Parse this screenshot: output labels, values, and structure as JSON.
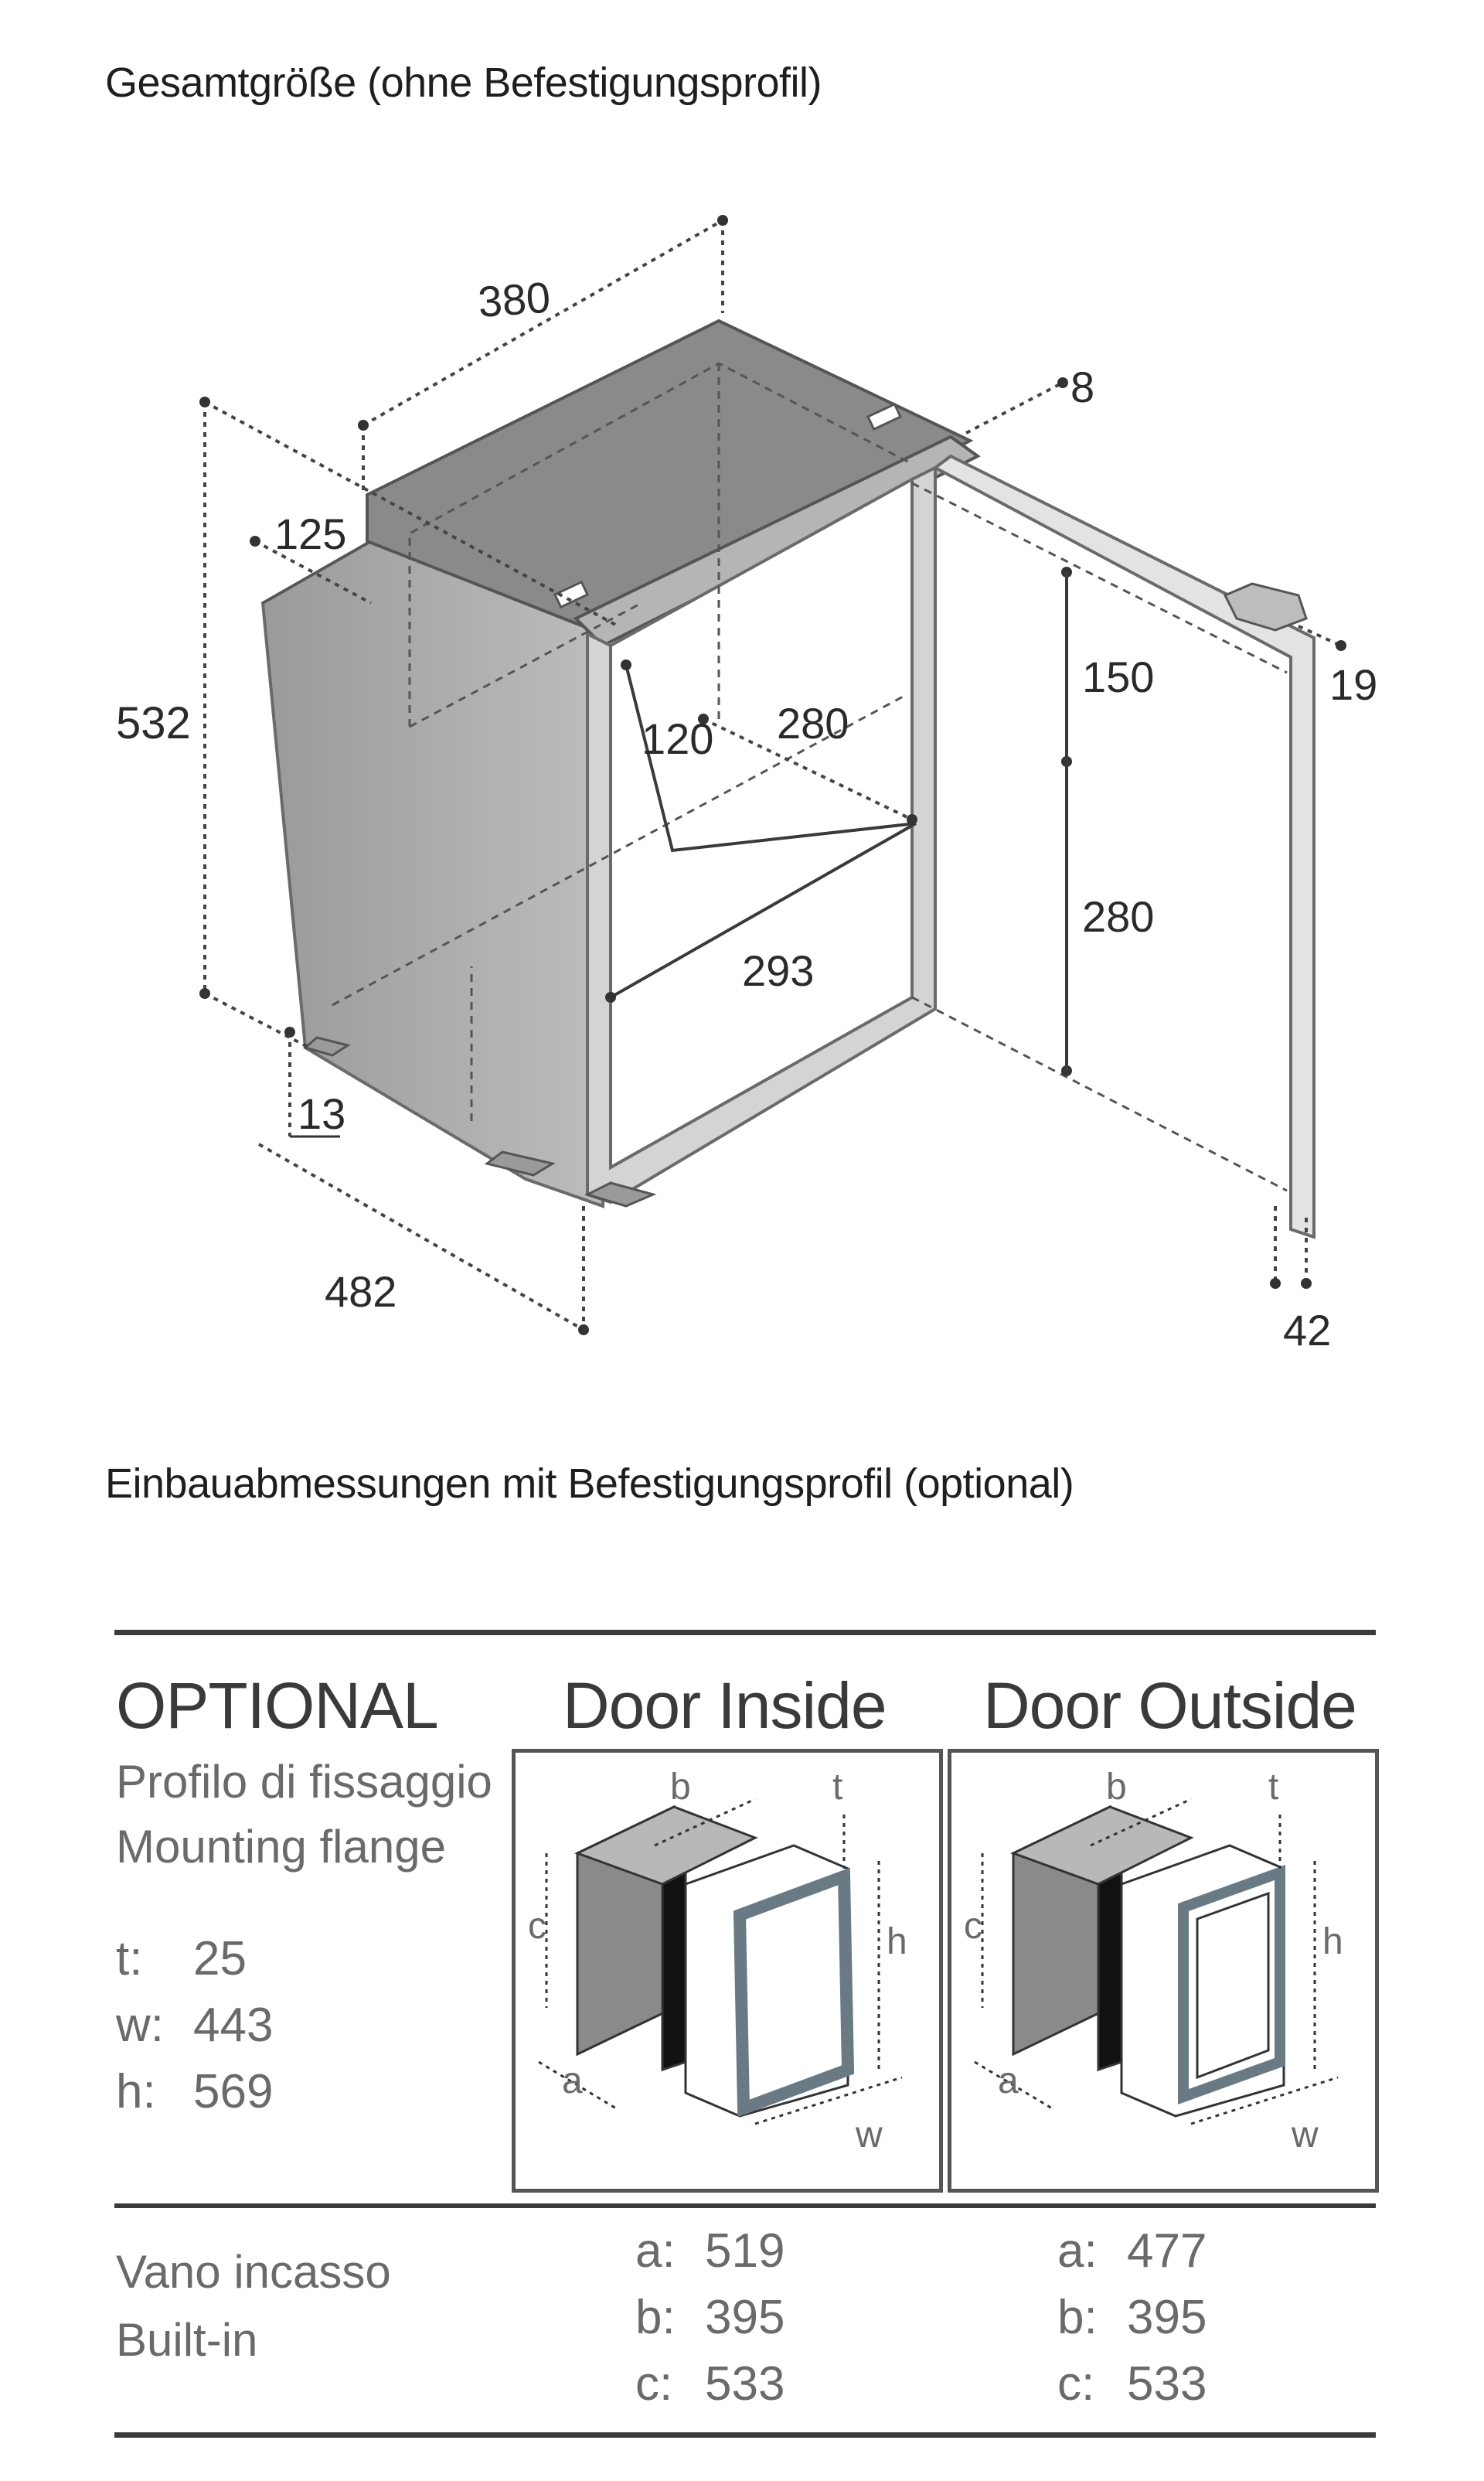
{
  "section_1": {
    "title": "Gesamtgröße (ohne Befestigungsprofil)",
    "dimensions": {
      "top_width": "380",
      "flange_depth": "8",
      "step_depth": "125",
      "height": "532",
      "inner_depth": "120",
      "inner_width": "280",
      "upper_height": "150",
      "door_thickness": "19",
      "lower_height": "280",
      "shelf_width": "293",
      "foot_height": "13",
      "depth": "482",
      "door_offset": "42"
    }
  },
  "section_2": {
    "title": "Einbauabmessungen mit Befestigungsprofil (optional)"
  },
  "optional_table": {
    "heading": "OPTIONAL",
    "subtitle_it": "Profilo di fissaggio",
    "subtitle_en": "Mounting flange",
    "flange_values": [
      {
        "key": "t:",
        "value": "25"
      },
      {
        "key": "w:",
        "value": "443"
      },
      {
        "key": "h:",
        "value": "569"
      }
    ],
    "door_inside": {
      "heading": "Door Inside",
      "labels": {
        "a": "a",
        "b": "b",
        "c": "c",
        "t": "t",
        "h": "h",
        "w": "w"
      }
    },
    "door_outside": {
      "heading": "Door Outside",
      "labels": {
        "a": "a",
        "b": "b",
        "c": "c",
        "t": "t",
        "h": "h",
        "w": "w"
      }
    },
    "builtin_label_it": "Vano incasso",
    "builtin_label_en": "Built-in",
    "builtin_inside": [
      {
        "key": "a:",
        "value": "519"
      },
      {
        "key": "b:",
        "value": "395"
      },
      {
        "key": "c:",
        "value": "533"
      }
    ],
    "builtin_outside": [
      {
        "key": "a:",
        "value": "477"
      },
      {
        "key": "b:",
        "value": "395"
      },
      {
        "key": "c:",
        "value": "533"
      }
    ]
  }
}
